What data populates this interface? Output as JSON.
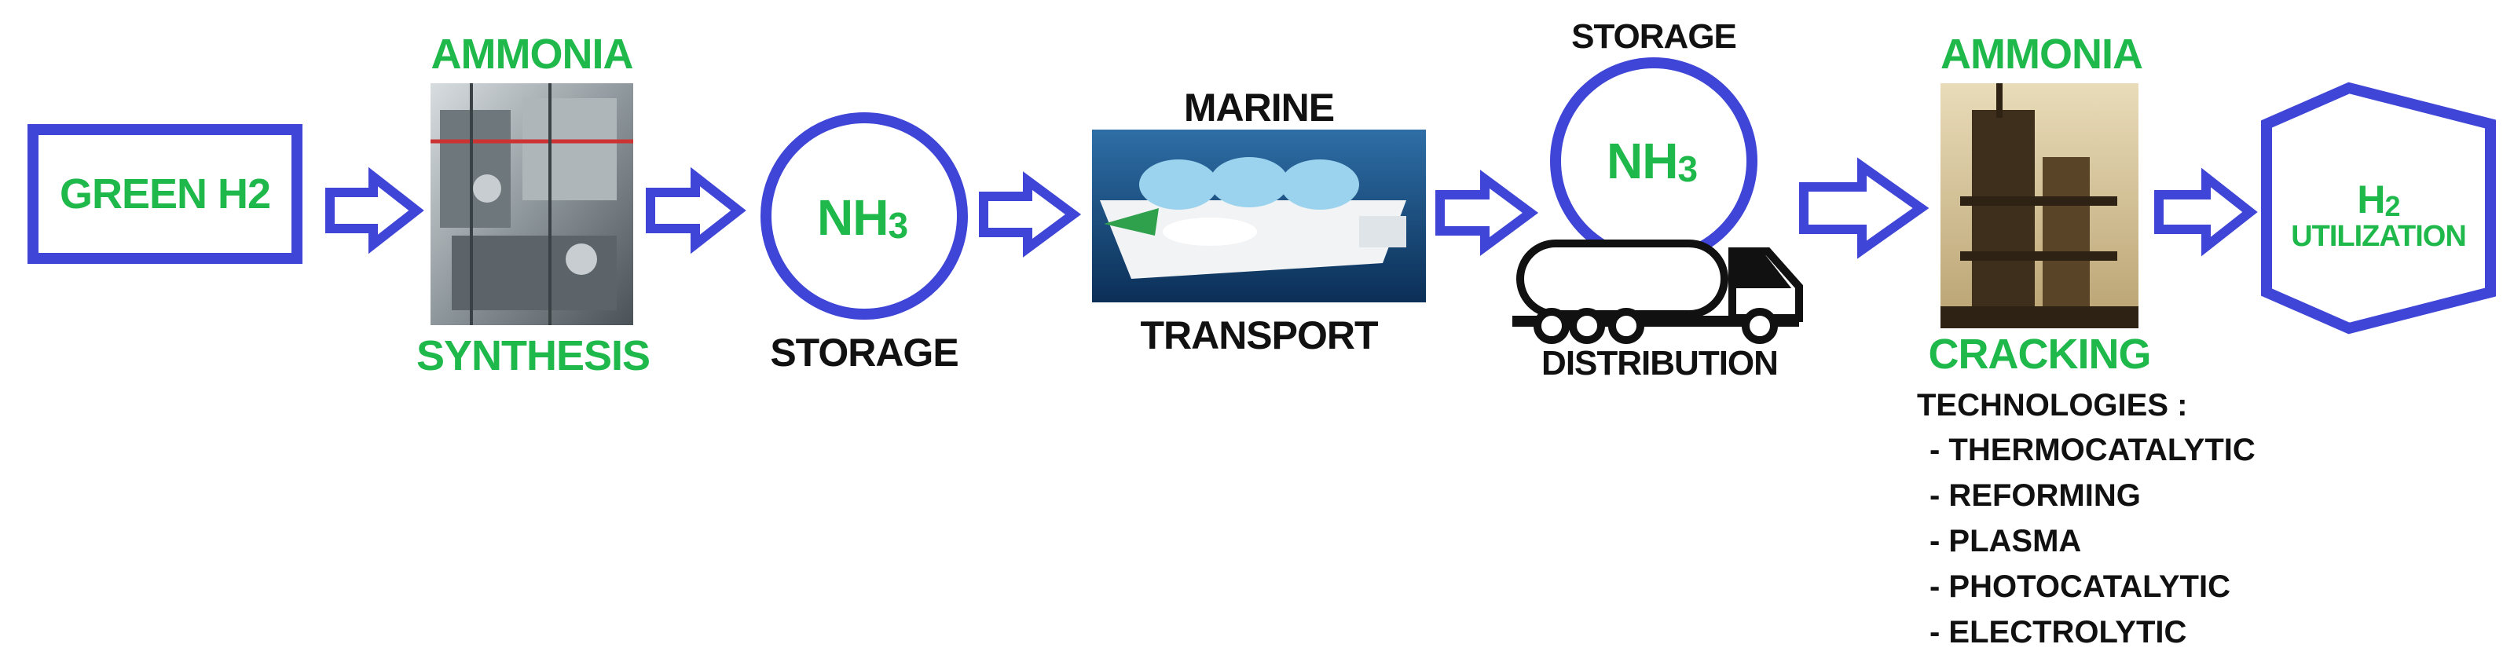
{
  "colors": {
    "arrow": "#3f45d6",
    "green_text": "#1fb84b",
    "black_text": "#111111"
  },
  "steps": {
    "green_h2": {
      "label": "GREEN H2"
    },
    "synthesis": {
      "top": "AMMONIA",
      "bottom": "SYNTHESIS",
      "image": "ammonia-synthesis-plant-photo"
    },
    "storage1": {
      "formula": "NH",
      "subscript": "3",
      "caption": "STORAGE"
    },
    "transport": {
      "top": "MARINE",
      "bottom": "TRANSPORT",
      "image": "lng-ship-photo"
    },
    "storage2": {
      "top": "STORAGE",
      "formula": "NH",
      "subscript": "3",
      "caption": "DISTRIBUTION",
      "icon": "tanker-truck-icon"
    },
    "cracking": {
      "top": "AMMONIA",
      "bottom": "CRACKING",
      "image": "cracking-tower-photo",
      "technologies_title": "TECHNOLOGIES :",
      "technologies": [
        "- THERMOCATALYTIC",
        "- REFORMING",
        "- PLASMA",
        "- PHOTOCATALYTIC",
        "- ELECTROLYTIC"
      ]
    },
    "utilization": {
      "h": "H",
      "subscript": "2",
      "label": "UTILIZATION"
    }
  }
}
